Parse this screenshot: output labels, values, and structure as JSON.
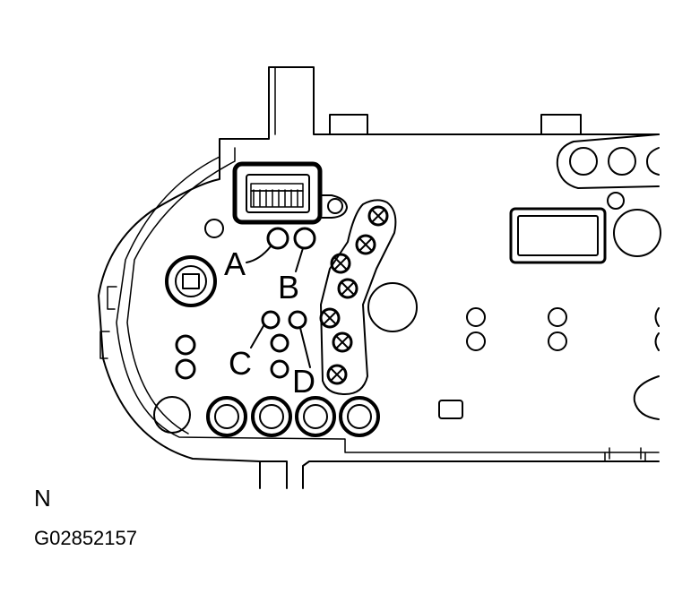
{
  "labels": {
    "a": "A",
    "b": "B",
    "c": "C",
    "d": "D"
  },
  "orientation_mark": "N",
  "figure_code": "G02852157",
  "colors": {
    "line": "#000000",
    "background": "#ffffff"
  }
}
